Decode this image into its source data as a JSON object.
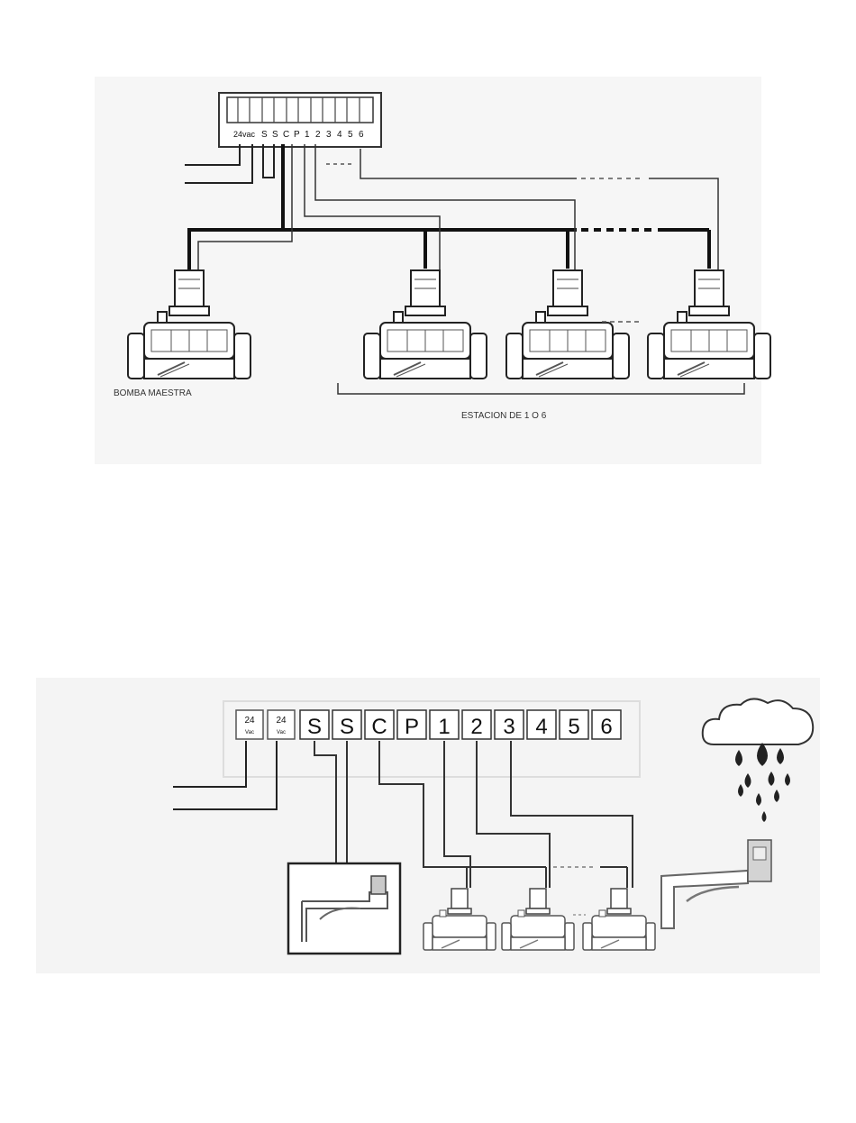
{
  "diagram1": {
    "terminal_labels": [
      "24vac",
      "S",
      "S",
      "C",
      "P",
      "1",
      "2",
      "3",
      "4",
      "5",
      "6"
    ],
    "master_valve_label": "BOMBA MAESTRA",
    "stations_label": "ESTACION DE 1 O 6"
  },
  "diagram2": {
    "terminals": [
      {
        "big": "24",
        "small": "Vac"
      },
      {
        "big": "24",
        "small": "Vac"
      },
      {
        "big": "S"
      },
      {
        "big": "S"
      },
      {
        "big": "C"
      },
      {
        "big": "P"
      },
      {
        "big": "1"
      },
      {
        "big": "2"
      },
      {
        "big": "3"
      },
      {
        "big": "4"
      },
      {
        "big": "5"
      },
      {
        "big": "6"
      }
    ]
  }
}
